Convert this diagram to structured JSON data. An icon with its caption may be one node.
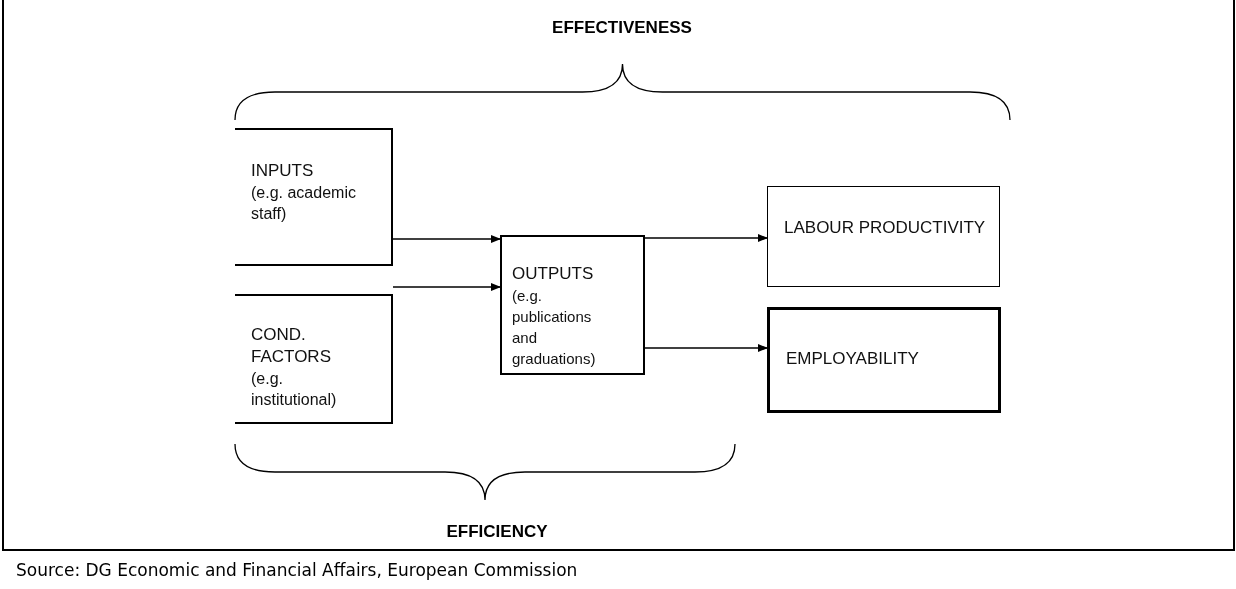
{
  "diagram": {
    "caption": "Source: DG Economic and Financial Affairs, European Commission",
    "nodes": [
      {
        "text": [
          "INPUTS",
          "(e.g. academic staff)"
        ]
      },
      {
        "text": [
          "COND. FACTORS",
          "(e.g. institutional)"
        ]
      },
      {
        "text": [
          "OUTPUTS",
          "(e.g. publications and graduations)"
        ]
      },
      {
        "text": [
          "LABOUR PRODUCTIVITY"
        ]
      },
      {
        "text": [
          "EMPLOYABILITY"
        ]
      }
    ],
    "edges": [
      {
        "from": 0,
        "to": 2,
        "arrow": "to"
      },
      {
        "from": 1,
        "to": 2,
        "arrow": "to"
      },
      {
        "from": 2,
        "to": 3,
        "arrow": "to"
      },
      {
        "from": 2,
        "to": 4,
        "arrow": "to"
      }
    ],
    "labels": [
      "EFFECTIVENESS",
      "EFFICIENCY"
    ]
  }
}
